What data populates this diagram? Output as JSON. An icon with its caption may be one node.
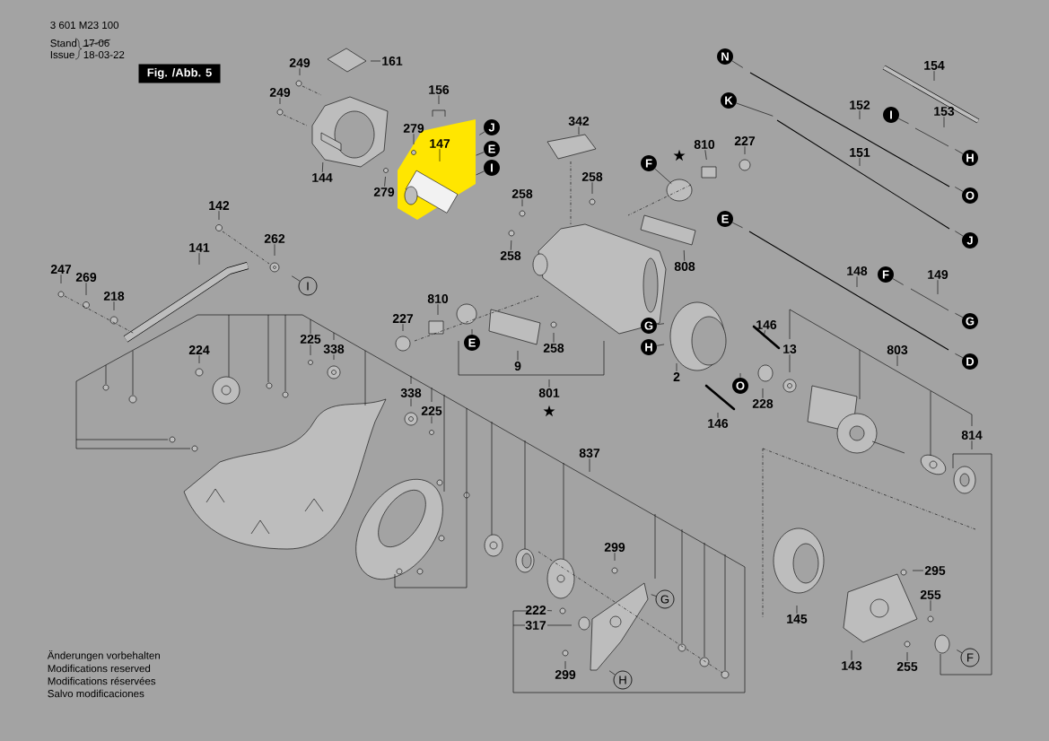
{
  "diagram": {
    "nodes": [
      {
        "text": [
          "Fig. /Abb. 5"
        ]
      },
      {
        "text": [
          "161"
        ]
      },
      {
        "text": [
          "249"
        ]
      },
      {
        "text": [
          "N"
        ]
      },
      {
        "text": [
          "154"
        ]
      },
      {
        "text": [
          "156"
        ]
      },
      {
        "text": [
          "249"
        ]
      },
      {
        "text": [
          "K"
        ]
      },
      {
        "text": [
          "152"
        ]
      },
      {
        "text": [
          "I"
        ]
      },
      {
        "text": [
          "153"
        ]
      },
      {
        "text": [
          "342"
        ]
      },
      {
        "text": [
          "J"
        ]
      },
      {
        "text": [
          "279"
        ]
      },
      {
        "text": [
          "227"
        ]
      },
      {
        "text": [
          "147"
        ]
      },
      {
        "text": [
          "810"
        ]
      },
      {
        "text": [
          "E"
        ]
      },
      {
        "text": [
          "151"
        ]
      },
      {
        "text": [
          "H"
        ]
      },
      {
        "text": [
          "F"
        ]
      },
      {
        "text": [
          "I"
        ]
      },
      {
        "text": [
          "144"
        ]
      },
      {
        "text": [
          "258"
        ]
      },
      {
        "text": [
          "279"
        ]
      },
      {
        "text": [
          "258"
        ]
      },
      {
        "text": [
          "O"
        ]
      },
      {
        "text": [
          "142"
        ]
      },
      {
        "text": [
          "E"
        ]
      },
      {
        "text": [
          "262"
        ]
      },
      {
        "text": [
          "J"
        ]
      },
      {
        "text": [
          "141"
        ]
      },
      {
        "text": [
          "258"
        ]
      },
      {
        "text": [
          "808"
        ]
      },
      {
        "text": [
          "247"
        ]
      },
      {
        "text": [
          "148"
        ]
      },
      {
        "text": [
          "F"
        ]
      },
      {
        "text": [
          "149"
        ]
      },
      {
        "text": [
          "269"
        ]
      },
      {
        "text": [
          "I"
        ]
      },
      {
        "text": [
          "218"
        ]
      },
      {
        "text": [
          "810"
        ]
      },
      {
        "text": [
          "227"
        ]
      },
      {
        "text": [
          "G"
        ]
      },
      {
        "text": [
          "146"
        ]
      },
      {
        "text": [
          "G"
        ]
      },
      {
        "text": [
          "225"
        ]
      },
      {
        "text": [
          "E"
        ]
      },
      {
        "text": [
          "H"
        ]
      },
      {
        "text": [
          "338"
        ]
      },
      {
        "text": [
          "224"
        ]
      },
      {
        "text": [
          "13"
        ]
      },
      {
        "text": [
          "803"
        ]
      },
      {
        "text": [
          "258"
        ]
      },
      {
        "text": [
          "D"
        ]
      },
      {
        "text": [
          "9"
        ]
      },
      {
        "text": [
          "2"
        ]
      },
      {
        "text": [
          "O"
        ]
      },
      {
        "text": [
          "801"
        ]
      },
      {
        "text": [
          "338"
        ]
      },
      {
        "text": [
          "228"
        ]
      },
      {
        "text": [
          "225"
        ]
      },
      {
        "text": [
          "146"
        ]
      },
      {
        "text": [
          "814"
        ]
      },
      {
        "text": [
          "837"
        ]
      },
      {
        "text": [
          "299"
        ]
      },
      {
        "text": [
          "295"
        ]
      },
      {
        "text": [
          "255"
        ]
      },
      {
        "text": [
          "G"
        ]
      },
      {
        "text": [
          "222"
        ]
      },
      {
        "text": [
          "145"
        ]
      },
      {
        "text": [
          "317"
        ]
      },
      {
        "text": [
          "F"
        ]
      },
      {
        "text": [
          "143"
        ]
      },
      {
        "text": [
          "255"
        ]
      },
      {
        "text": [
          "299"
        ]
      },
      {
        "text": [
          "H"
        ]
      }
    ],
    "edges": [
      {
        "from": 1,
        "to": null,
        "arrow": "none"
      },
      {
        "from": 2,
        "to": null,
        "arrow": "none"
      },
      {
        "from": 3,
        "to": null,
        "arrow": "none"
      },
      {
        "from": 4,
        "to": null,
        "arrow": "none"
      },
      {
        "from": 5,
        "to": null,
        "arrow": "none"
      },
      {
        "from": 6,
        "to": null,
        "arrow": "none"
      },
      {
        "from": 7,
        "to": null,
        "arrow": "none"
      },
      {
        "from": 8,
        "to": null,
        "arrow": "none"
      },
      {
        "from": 9,
        "to": null,
        "arrow": "none"
      },
      {
        "from": 10,
        "to": null,
        "arrow": "none"
      },
      {
        "from": 11,
        "to": null,
        "arrow": "none"
      },
      {
        "from": 12,
        "to": null,
        "arrow": "none"
      },
      {
        "from": 13,
        "to": null,
        "arrow": "none"
      },
      {
        "from": 14,
        "to": null,
        "arrow": "none"
      },
      {
        "from": 15,
        "to": null,
        "arrow": "none"
      },
      {
        "from": 16,
        "to": null,
        "arrow": "none"
      },
      {
        "from": 17,
        "to": null,
        "arrow": "none"
      },
      {
        "from": 18,
        "to": null,
        "arrow": "none"
      },
      {
        "from": 19,
        "to": null,
        "arrow": "none"
      },
      {
        "from": 20,
        "to": null,
        "arrow": "none"
      },
      {
        "from": 21,
        "to": null,
        "arrow": "none"
      },
      {
        "from": 22,
        "to": null,
        "arrow": "none"
      },
      {
        "from": 23,
        "to": null,
        "arrow": "none"
      },
      {
        "from": 24,
        "to": null,
        "arrow": "none"
      },
      {
        "from": 25,
        "to": null,
        "arrow": "none"
      },
      {
        "from": 26,
        "to": null,
        "arrow": "none"
      },
      {
        "from": 27,
        "to": null,
        "arrow": "none"
      },
      {
        "from": 28,
        "to": null,
        "arrow": "none"
      },
      {
        "from": 29,
        "to": null,
        "arrow": "none"
      },
      {
        "from": 30,
        "to": null,
        "arrow": "none"
      },
      {
        "from": 31,
        "to": null,
        "arrow": "none"
      },
      {
        "from": 32,
        "to": null,
        "arrow": "none"
      },
      {
        "from": 33,
        "to": null,
        "arrow": "none"
      },
      {
        "from": 34,
        "to": null,
        "arrow": "none"
      },
      {
        "from": 35,
        "to": null,
        "arrow": "none"
      },
      {
        "from": 36,
        "to": null,
        "arrow": "none"
      },
      {
        "from": 37,
        "to": null,
        "arrow": "none"
      },
      {
        "from": 38,
        "to": null,
        "arrow": "none"
      },
      {
        "from": 39,
        "to": null,
        "arrow": "none"
      },
      {
        "from": 40,
        "to": null,
        "arrow": "none"
      },
      {
        "from": 41,
        "to": null,
        "arrow": "none"
      },
      {
        "from": 42,
        "to": null,
        "arrow": "none"
      },
      {
        "from": 43,
        "to": null,
        "arrow": "none"
      },
      {
        "from": 44,
        "to": null,
        "arrow": "none"
      },
      {
        "from": 45,
        "to": null,
        "arrow": "none"
      },
      {
        "from": 46,
        "to": null,
        "arrow": "none"
      },
      {
        "from": 47,
        "to": null,
        "arrow": "none"
      },
      {
        "from": 48,
        "to": null,
        "arrow": "none"
      },
      {
        "from": 49,
        "to": null,
        "arrow": "none"
      },
      {
        "from": 50,
        "to": null,
        "arrow": "none"
      },
      {
        "from": 51,
        "to": null,
        "arrow": "none"
      },
      {
        "from": 52,
        "to": null,
        "arrow": "none"
      },
      {
        "from": 53,
        "to": null,
        "arrow": "none"
      },
      {
        "from": 54,
        "to": null,
        "arrow": "none"
      },
      {
        "from": 55,
        "to": null,
        "arrow": "none"
      },
      {
        "from": 56,
        "to": null,
        "arrow": "none"
      },
      {
        "from": 57,
        "to": null,
        "arrow": "none"
      },
      {
        "from": 58,
        "to": null,
        "arrow": "none"
      },
      {
        "from": 59,
        "to": null,
        "arrow": "none"
      },
      {
        "from": 60,
        "to": null,
        "arrow": "none"
      },
      {
        "from": 61,
        "to": null,
        "arrow": "none"
      },
      {
        "from": 62,
        "to": null,
        "arrow": "none"
      },
      {
        "from": 63,
        "to": null,
        "arrow": "none"
      },
      {
        "from": 64,
        "to": null,
        "arrow": "none"
      },
      {
        "from": 65,
        "to": null,
        "arrow": "none"
      },
      {
        "from": 66,
        "to": null,
        "arrow": "none"
      },
      {
        "from": 67,
        "to": null,
        "arrow": "none"
      },
      {
        "from": 68,
        "to": null,
        "arrow": "none"
      },
      {
        "from": 69,
        "to": null,
        "arrow": "none"
      },
      {
        "from": 70,
        "to": null,
        "arrow": "none"
      },
      {
        "from": 71,
        "to": null,
        "arrow": "none"
      },
      {
        "from": 72,
        "to": null,
        "arrow": "none"
      },
      {
        "from": 73,
        "to": null,
        "arrow": "none"
      },
      {
        "from": 74,
        "to": null,
        "arrow": "none"
      },
      {
        "from": 75,
        "to": null,
        "arrow": "none"
      },
      {
        "from": 76,
        "to": null,
        "arrow": "none"
      }
    ],
    "labels": [
      "3 601 M23 100",
      "Stand",
      "Issue",
      "17-06",
      "18-03-22",
      "★",
      "★",
      "Änderungen vorbehalten",
      "Modifications reserved",
      "Modifications réservées",
      "Salvo modificaciones"
    ]
  }
}
